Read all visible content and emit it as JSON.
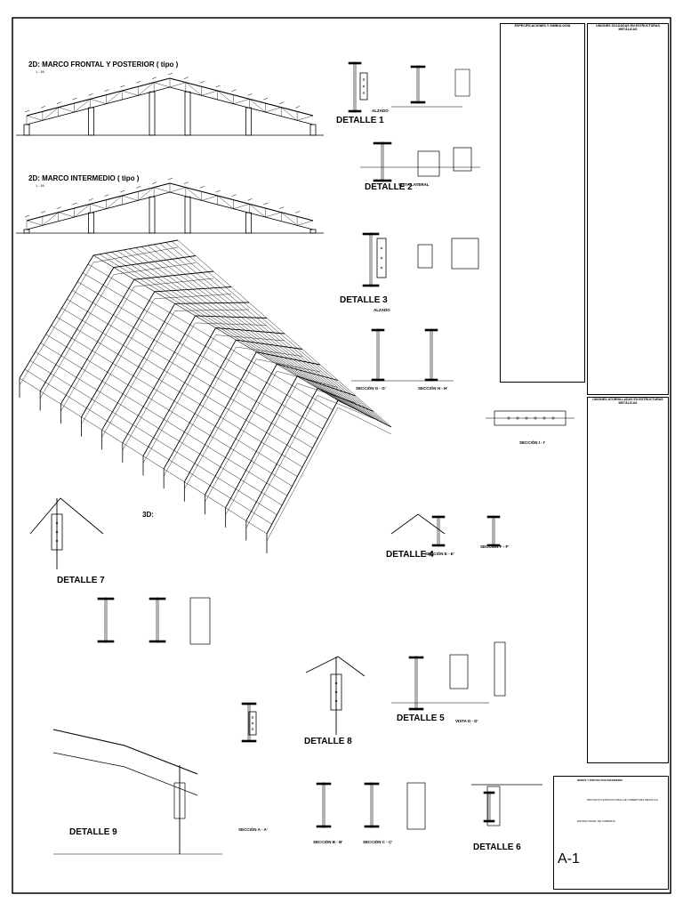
{
  "drawing": {
    "views": {
      "frame_front_back": "2D: MARCO FRONTAL Y POSTERIOR ( tipo )",
      "frame_front_back_scale": "1 : 50",
      "frame_intermediate": "2D: MARCO INTERMEDIO ( tipo )",
      "frame_intermediate_scale": "1 : 50",
      "isometric": "3D:"
    },
    "details": {
      "d1": "DETALLE 1",
      "d2": "DETALLE 2",
      "d3": "DETALLE 3",
      "d4": "DETALLE 4",
      "d5": "DETALLE 5",
      "d6": "DETALLE 6",
      "d7": "DETALLE 7",
      "d8": "DETALLE 8",
      "d9": "DETALLE 9"
    },
    "sections": {
      "g": "SECCIÓN G - G'",
      "h": "SECCIÓN H - H'",
      "i": "SECCIÓN I - I'",
      "e": "SECCIÓN E - E'",
      "f": "SECCIÓN F - F'",
      "a": "SECCIÓN A - A'",
      "b": "SECCIÓN B - B'",
      "c": "SECCIÓN C - C'",
      "d": "VISTA D - D'",
      "lateral": "VISTA LATERAL",
      "alzado1": "ALZADO",
      "alzado3": "ALZADO"
    },
    "notes": {
      "panel1_title": "ESPECIFICACIONES Y SIMBOLOGÍA",
      "panel2_title": "UNIONES SOLDADAS EN ESTRUCTURAS METÁLICAS",
      "panel3_title": "UNIONES ATORNILLADAS EN ESTRUCTURAS METÁLICAS"
    },
    "title_block": {
      "org_line": "REDES Y PROYECTOS INGENIERÍA",
      "project": "PROYECTO ESTRUCTURAL DE COBERTURA METÁLICA",
      "drawing_name": "ESTRUCTURAL DE CUBIERTA",
      "sheet_number": "A-1"
    }
  }
}
